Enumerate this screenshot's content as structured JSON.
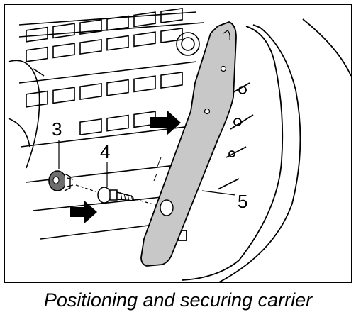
{
  "figure": {
    "caption": "Positioning and securing carrier",
    "callouts": [
      {
        "id": "3",
        "label": "3"
      },
      {
        "id": "4",
        "label": "4"
      },
      {
        "id": "5",
        "label": "5"
      }
    ]
  },
  "colors": {
    "line": "#000000",
    "carrier_fill": "#c8c8c8",
    "clip_fill": "#6e6e6e",
    "background": "#ffffff"
  }
}
